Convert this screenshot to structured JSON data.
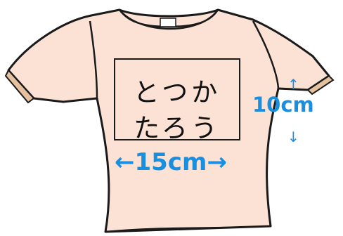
{
  "print": {
    "line1": "とつか",
    "line2": "たろう"
  },
  "dimensions": {
    "width_label": "←15cm→",
    "height_label": "10cm",
    "up_arrow": "↑",
    "down_arrow": "↓"
  },
  "colors": {
    "shirt": "#fbe2d5",
    "collar": "#e6c19f",
    "outline": "#1a1a1a",
    "dimension": "#1a8fe0"
  }
}
